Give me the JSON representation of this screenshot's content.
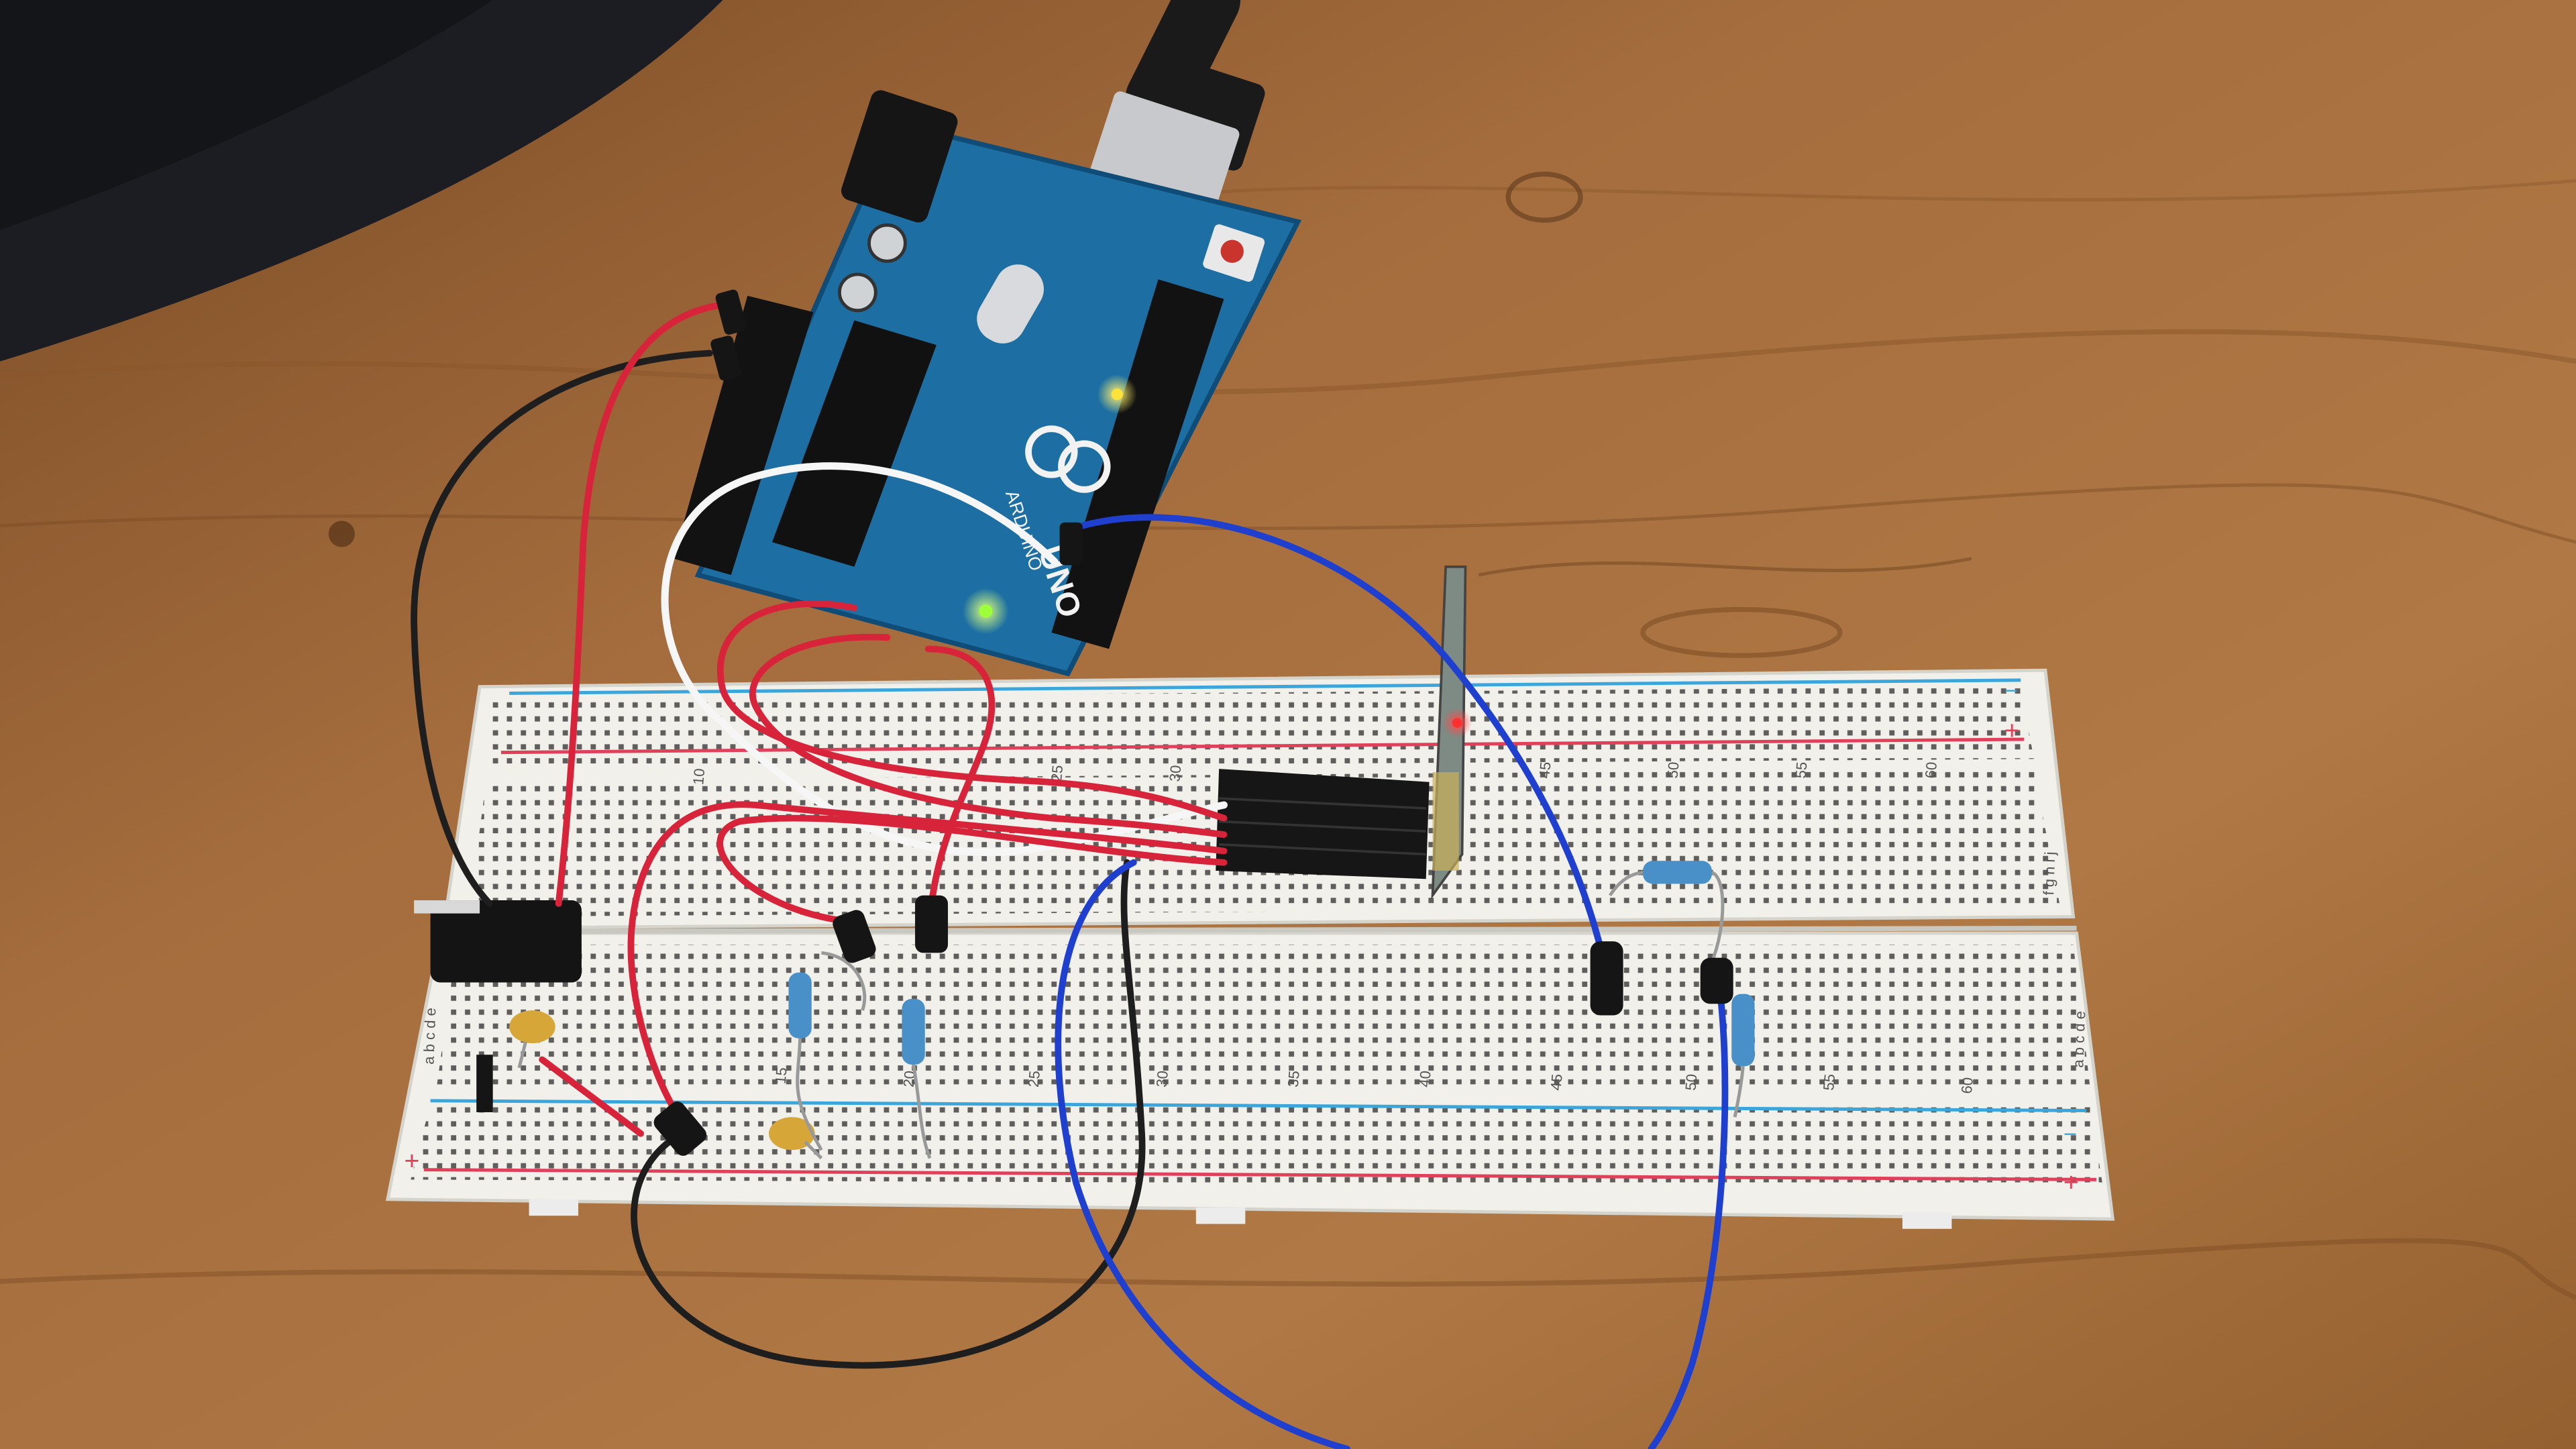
{
  "photo": {
    "subject": "arduino-breadboard-prototype"
  },
  "arduino": {
    "brand_text": "ARDUINO",
    "model_text": "UNO",
    "board_color": "#1d6fa3"
  },
  "breadboard": {
    "top_numbers": [
      "10",
      "25",
      "30",
      "45",
      "50",
      "55",
      "60"
    ],
    "bottom_numbers": [
      "15",
      "20",
      "25",
      "30",
      "35",
      "40",
      "45",
      "50",
      "55",
      "60"
    ],
    "row_letters_top": "f g h i j",
    "row_letters_bottom": "a b c d e",
    "plus_sign": "+",
    "minus_sign": "−"
  },
  "colors": {
    "wood": "#9a6538",
    "wood_dark": "#6e4320",
    "breadboard": "#f1f0ea",
    "rail_blue": "#3aa6dc",
    "rail_red": "#e0405a",
    "wire_red": "#d8243a",
    "wire_black": "#1e1e1e",
    "wire_blue": "#1f3fcf",
    "wire_white": "#f6f6f6",
    "resistor": "#4a90c8",
    "capacitor": "#d6a638",
    "led_green": "#9cff3a",
    "led_yellow": "#ffe23a",
    "led_red": "#ff3030"
  }
}
